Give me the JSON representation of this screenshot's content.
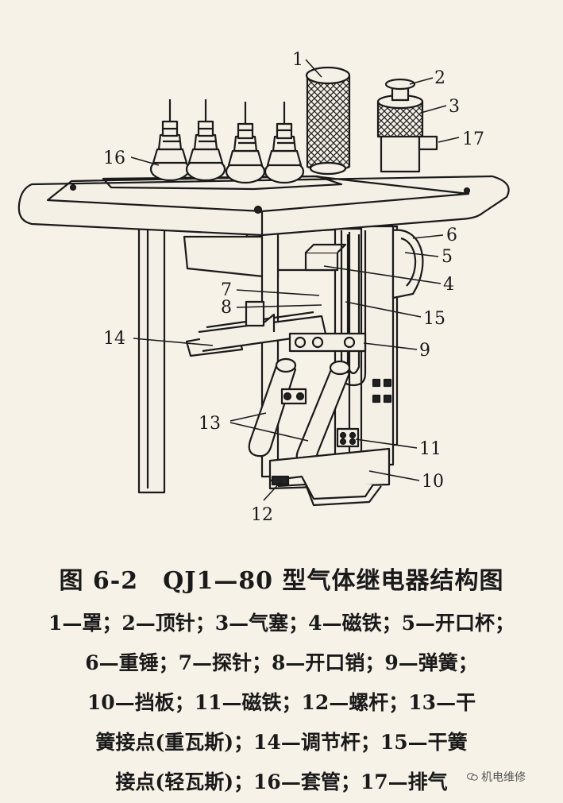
{
  "diagram": {
    "labels": {
      "n1": "1",
      "n2": "2",
      "n3": "3",
      "n4": "4",
      "n5": "5",
      "n6": "6",
      "n7": "7",
      "n8": "8",
      "n9": "9",
      "n10": "10",
      "n11": "11",
      "n12": "12",
      "n13": "13",
      "n14": "14",
      "n15": "15",
      "n16": "16",
      "n17": "17"
    }
  },
  "caption": {
    "title": "图 6-2　QJ1—80 型气体继电器结构图",
    "lines": [
      "1—罩；2—顶针；3—气塞；4—磁铁；5—开口杯；",
      "6—重锤；7—探针；8—开口销；9—弹簧；",
      "10—挡板；11—磁铁；12—螺杆；13—干",
      "簧接点(重瓦斯)；14—调节杆；15—干簧",
      "接点(轻瓦斯)；16—套管；17—排气"
    ]
  },
  "watermark": {
    "text": "机电维修",
    "icon": "wechat-icon"
  }
}
